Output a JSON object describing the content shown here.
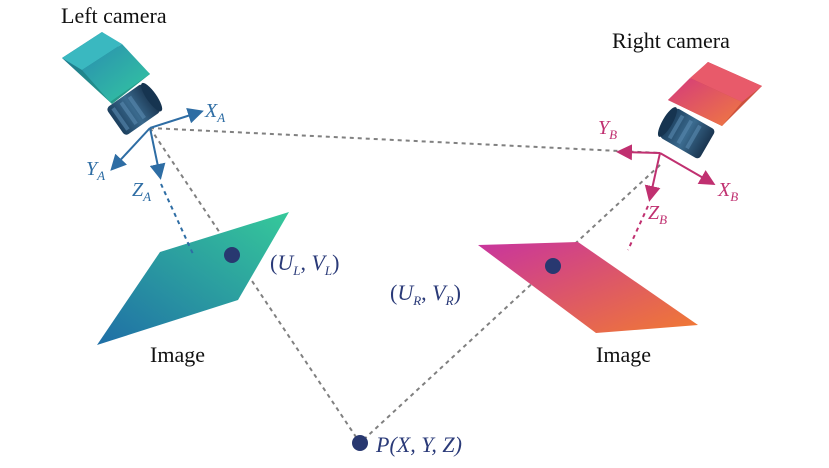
{
  "cameras": {
    "left": {
      "title": "Left camera"
    },
    "right": {
      "title": "Right camera"
    }
  },
  "axes": {
    "left": {
      "x": {
        "letter": "X",
        "sub": "A"
      },
      "y": {
        "letter": "Y",
        "sub": "A"
      },
      "z": {
        "letter": "Z",
        "sub": "A"
      }
    },
    "right": {
      "x": {
        "letter": "X",
        "sub": "B"
      },
      "y": {
        "letter": "Y",
        "sub": "B"
      },
      "z": {
        "letter": "Z",
        "sub": "B"
      }
    }
  },
  "image_planes": {
    "left": {
      "label": "Image",
      "point": {
        "open": "(",
        "u": "U",
        "u_sub": "L",
        "comma": ", ",
        "v": "V",
        "v_sub": "L",
        "close": ")"
      }
    },
    "right": {
      "label": "Image",
      "point": {
        "open": "(",
        "u": "U",
        "u_sub": "R",
        "comma": ", ",
        "v": "V",
        "v_sub": "R",
        "close": ")"
      }
    }
  },
  "world_point": {
    "name": "P",
    "coords": "(X, Y, Z)"
  },
  "colors": {
    "left_axis": "#2e6da4",
    "right_axis": "#c03070",
    "dash": "#7a7a7a",
    "point": "#283870",
    "left_plane_from": "#1f79a8",
    "left_plane_to": "#2fc59a",
    "right_plane_from": "#c83aa0",
    "right_plane_to": "#f07a36"
  }
}
